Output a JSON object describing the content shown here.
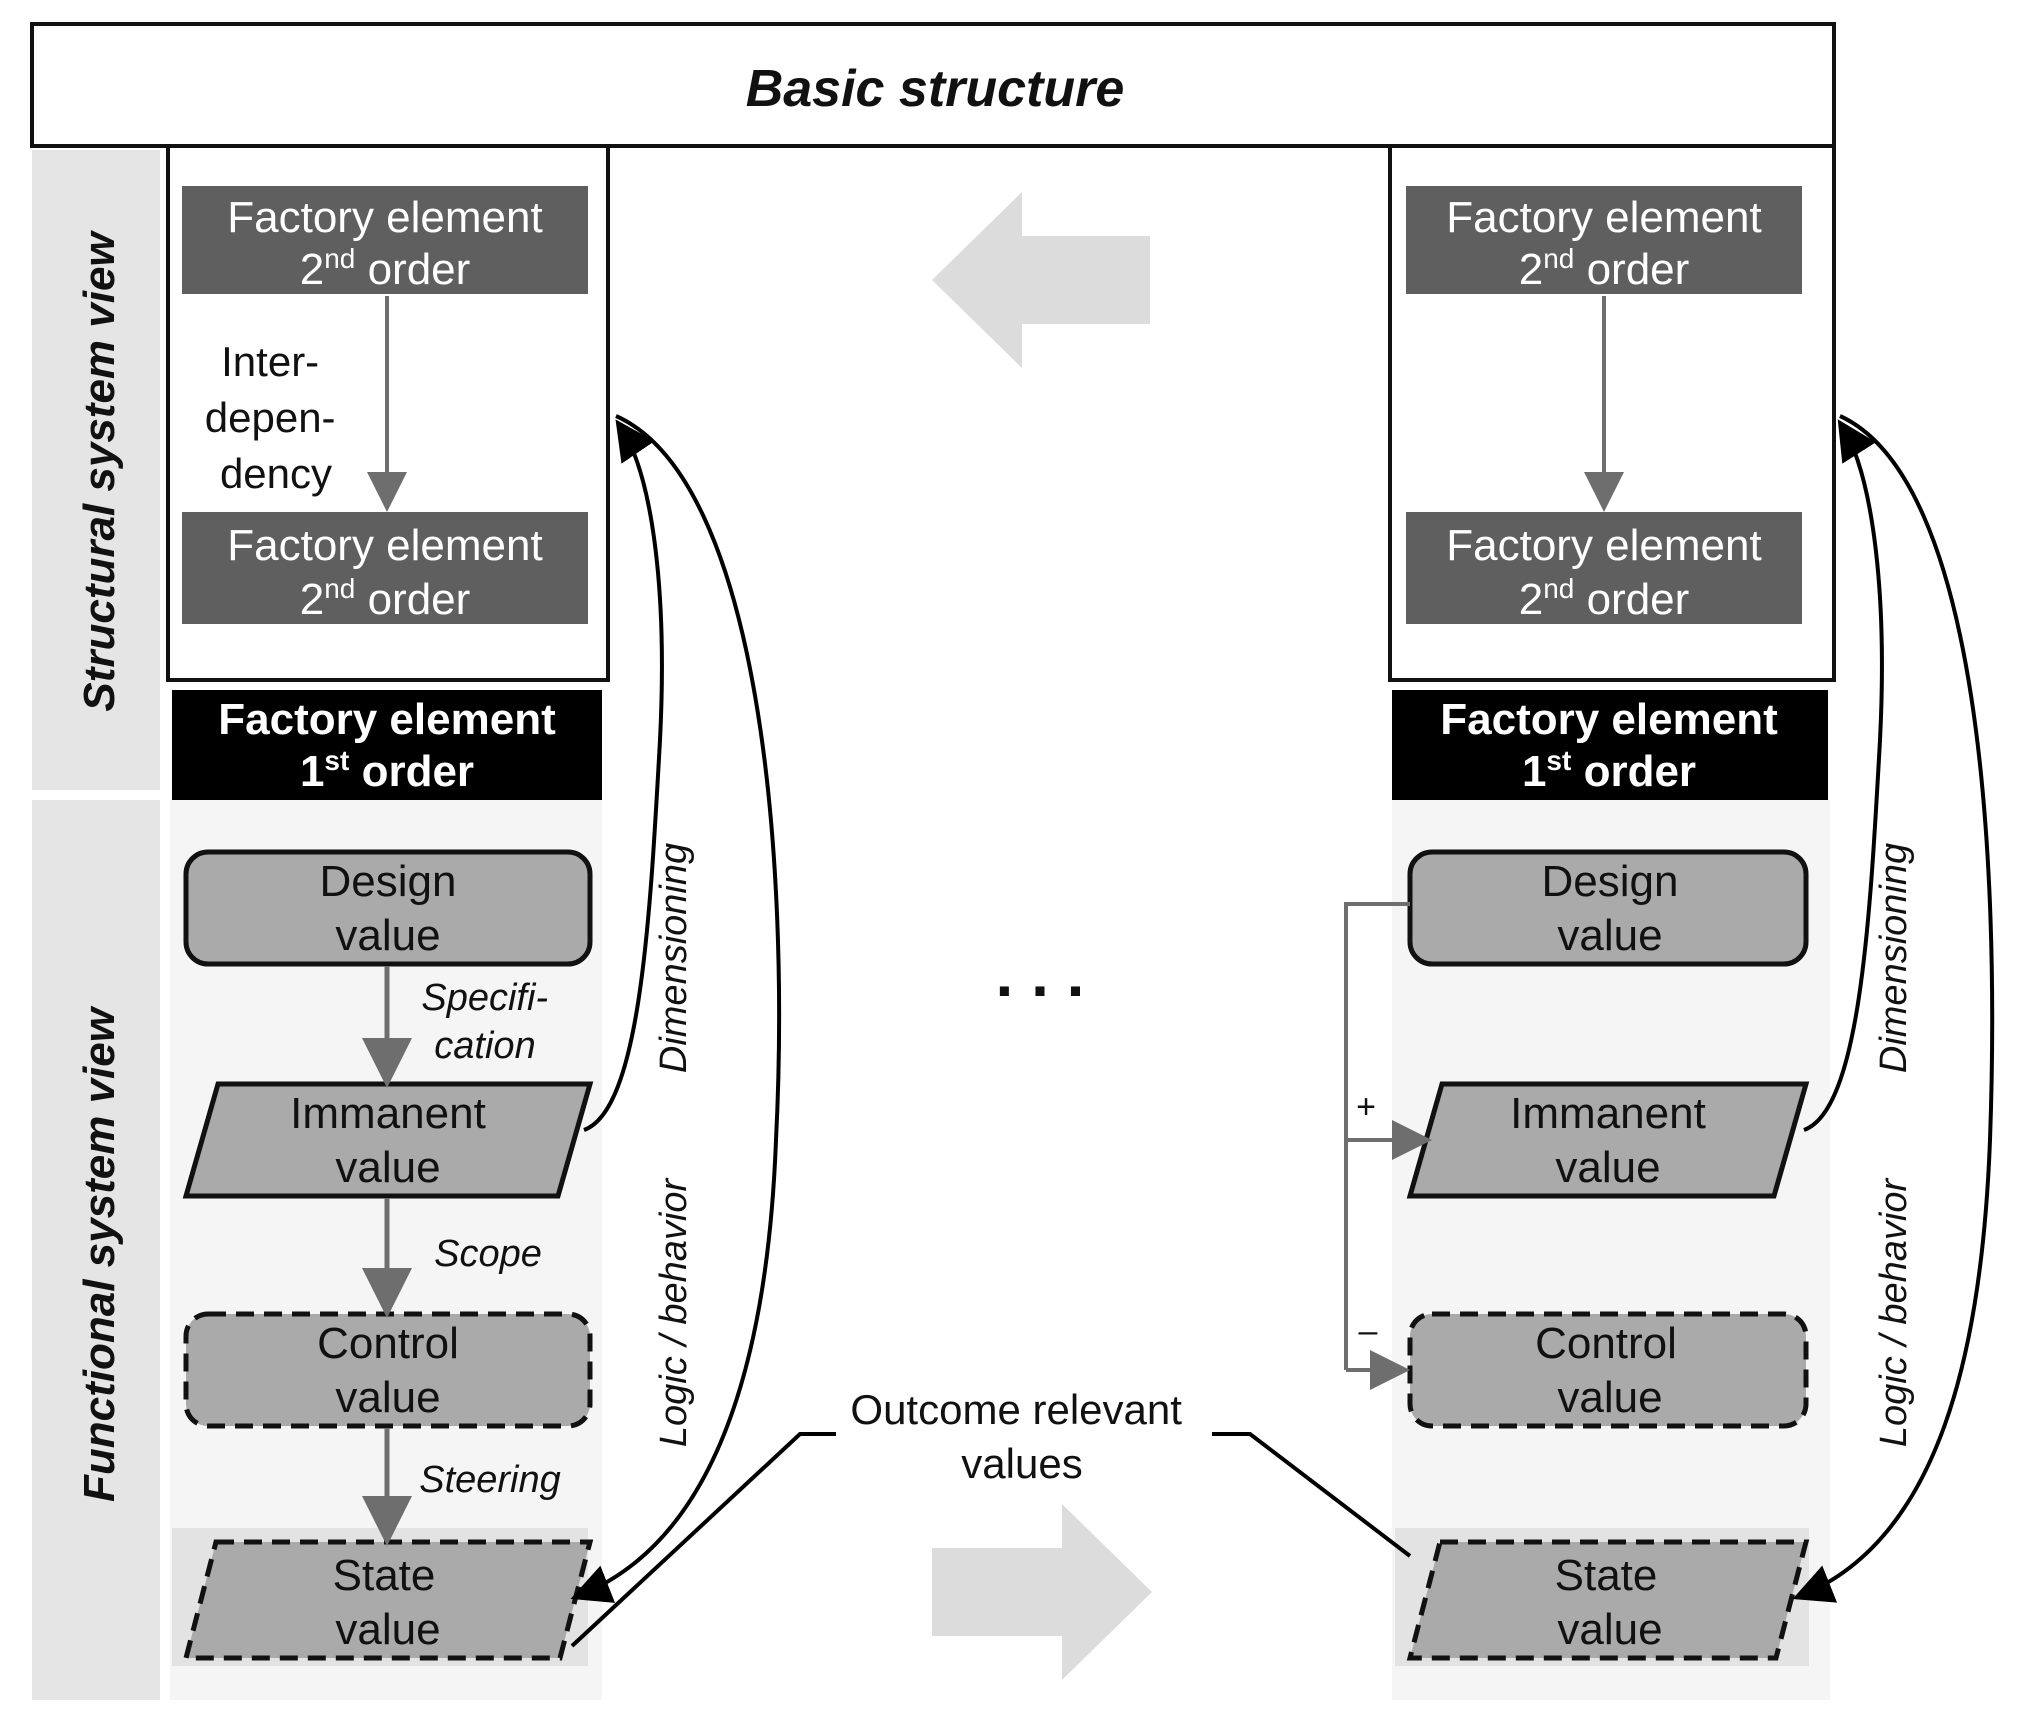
{
  "header": {
    "title": "Basic structure"
  },
  "views": {
    "structural": "Structural system view",
    "functional": "Functional system view"
  },
  "second_order": {
    "line1": "Factory element",
    "nd": "nd",
    "order": "order",
    "num": "2"
  },
  "first_order": {
    "line1": "Factory element",
    "num": "1",
    "st": "st",
    "order": "order"
  },
  "interdependency": [
    "Inter-",
    "depen-",
    "dency"
  ],
  "nodes": {
    "design": [
      "Design",
      "value"
    ],
    "immanent": [
      "Immanent",
      "value"
    ],
    "control": [
      "Control",
      "value"
    ],
    "state": [
      "State",
      "value"
    ]
  },
  "relations": {
    "specification": [
      "Specifi-",
      "cation"
    ],
    "scope": "Scope",
    "steering": "Steering",
    "dimensioning": "Dimensioning",
    "logic": "Logic / behavior"
  },
  "signs": {
    "plus": "+",
    "minus": "–"
  },
  "ellipsis": ". . .",
  "outcome": [
    "Outcome relevant",
    "values"
  ],
  "colors": {
    "dark_box": "#5f5f5f",
    "black_box": "#000000",
    "node_fill": "#aaaaaa",
    "panel_fill": "#f5f5f5",
    "side_band": "#e5e5e5",
    "big_arrow": "#dcdcdc",
    "connector": "#6e6e6e"
  }
}
